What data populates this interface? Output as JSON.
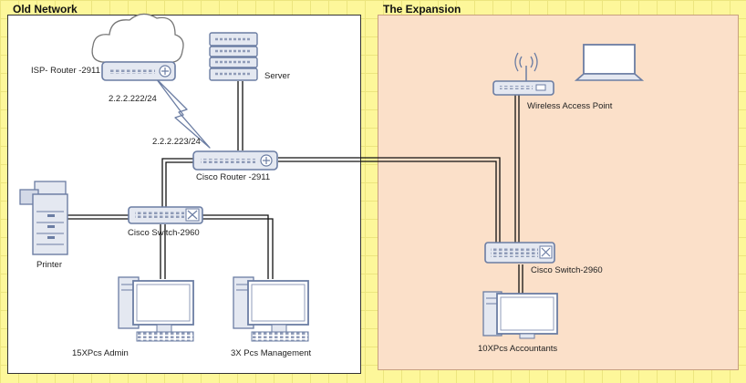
{
  "panels": {
    "old_network": "Old Network",
    "expansion": "The Expansion"
  },
  "devices": {
    "isp_router": "ISP- Router -2911",
    "isp_ip": "2.2.2.222/24",
    "core_ip": "2.2.2.223/24",
    "server": "Server",
    "cisco_router": "Cisco Router  -2911",
    "switch_old": "Cisco Switch-2960",
    "printer": "Printer",
    "pcs_admin": "15XPcs Admin",
    "pcs_management": "3X Pcs Management",
    "wap": "Wireless Access Point",
    "switch_new": "Cisco Switch-2960",
    "pcs_accountants": "10XPcs  Accountants"
  },
  "colors": {
    "canvas": "#fdf79a",
    "old_panel_fill": "#ffffff",
    "expansion_fill": "#fbe0c9",
    "device_fill": "#e4e8f1",
    "device_stroke": "#6b7da3",
    "link": "#111111"
  },
  "icons": [
    "cloud-icon",
    "router-icon",
    "server-icon",
    "switch-icon",
    "printer-icon",
    "desktop-pc-icon",
    "wireless-ap-icon",
    "laptop-icon",
    "lightning-link-icon"
  ]
}
